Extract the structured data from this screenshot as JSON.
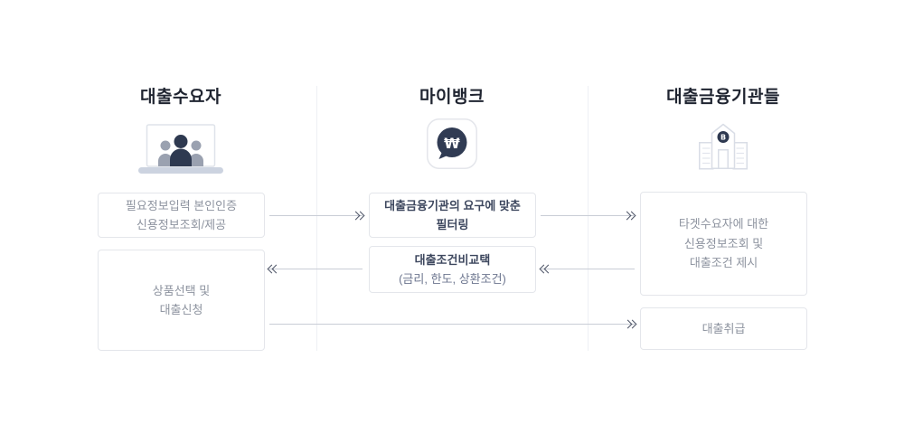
{
  "columns": [
    {
      "title": "대출수요자",
      "icon": "users-laptop-icon",
      "boxes": [
        {
          "lines": [
            "필요정보입력 본인인증",
            "신용정보조회/제공"
          ]
        },
        {
          "lines": [
            "상품선택 및",
            "대출신청"
          ]
        }
      ]
    },
    {
      "title": "마이뱅크",
      "icon": "won-chat-app-icon",
      "boxes": [
        {
          "lines": [
            "대출금융기관의 요구에 맞춘",
            "필터링"
          ]
        },
        {
          "lines": [
            "대출조건비교택",
            "(금리, 한도, 상환조건)"
          ]
        }
      ]
    },
    {
      "title": "대출금융기관들",
      "icon": "bank-building-icon",
      "boxes": [
        {
          "lines": [
            "타겟수요자에 대한",
            "신용정보조회 및",
            "대출조건 제시"
          ]
        },
        {
          "lines": [
            "대출취급"
          ]
        }
      ]
    }
  ],
  "icons": {
    "borrowers": "users-laptop-icon",
    "mybank": "won-chat-app-icon",
    "mybank_glyph": "₩",
    "lenders": "bank-building-icon",
    "lenders_glyph": "B"
  },
  "arrows": [
    {
      "name": "demand-to-mybank-top",
      "direction": "right"
    },
    {
      "name": "mybank-to-lenders-top",
      "direction": "right"
    },
    {
      "name": "lenders-to-mybank-mid",
      "direction": "left"
    },
    {
      "name": "mybank-to-demand-mid",
      "direction": "left"
    },
    {
      "name": "demand-to-lenders-bottom",
      "direction": "right"
    }
  ],
  "colors": {
    "accent_navy": "#2e3950",
    "box_border": "#e4e6eb",
    "muted_text": "#8d939f",
    "emphasis_text": "#3d475e",
    "arrow_line": "#c9cdd6",
    "arrow_head": "#4d5466",
    "divider": "#eef0f4",
    "icon_outline": "#d9dde6",
    "icon_gray": "#9aa1b0",
    "laptop_base": "#ccd3e0"
  }
}
